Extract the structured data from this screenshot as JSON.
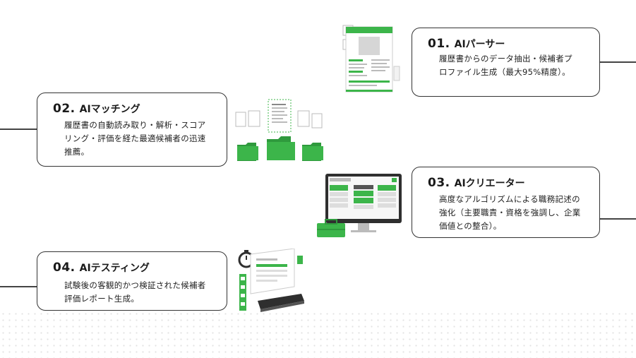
{
  "cards": [
    {
      "num": "01.",
      "title": "AIパーサー",
      "desc": "履歴書からのデータ抽出・候補者プロファイル生成（最大95%精度）。"
    },
    {
      "num": "02.",
      "title": "AIマッチング",
      "desc": "履歴書の自動読み取り・解析・スコアリング・評価を経た最適候補者の迅速推薦。"
    },
    {
      "num": "03.",
      "title": "AIクリエーター",
      "desc": "高度なアルゴリズムによる職務記述の強化（主要職責・資格を強調し、企業価値との整合）。"
    },
    {
      "num": "04.",
      "title": "AIテスティング",
      "desc": "試験後の客観的かつ検証された候補者評価レポート生成。"
    }
  ],
  "colors": {
    "accent": "#3cb54a",
    "border": "#333333",
    "dark": "#2f2f2f"
  },
  "icons": [
    "resume-document-icon",
    "folders-documents-icon",
    "monitor-dashboard-icon",
    "testing-monitor-icon"
  ]
}
